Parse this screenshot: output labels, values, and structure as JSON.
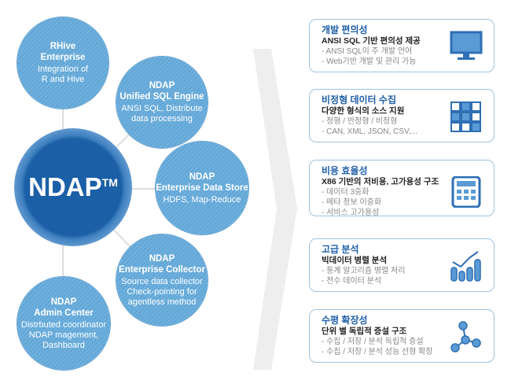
{
  "center": {
    "label": "NDAP",
    "tm": "TM"
  },
  "nodes": [
    {
      "title": [
        "RHive",
        "Enterprise"
      ],
      "desc": [
        "Integration of",
        "R and Hive"
      ]
    },
    {
      "title": [
        "NDAP",
        "Unified SQL Engine"
      ],
      "desc": [
        "ANSI SQL, Distribute",
        "data processing"
      ]
    },
    {
      "title": [
        "NDAP",
        "Enterprise Data Store"
      ],
      "desc": [
        "HDFS, Map-Reduce"
      ]
    },
    {
      "title": [
        "NDAP",
        "Enterprise Collector"
      ],
      "desc": [
        "Source data collector",
        "Check-pointing for",
        "agentless method"
      ]
    },
    {
      "title": [
        "NDAP",
        "Admin Center"
      ],
      "desc": [
        "Distrbuted coordinator",
        "NDAP magement,",
        "Dashboard"
      ]
    }
  ],
  "features": [
    {
      "heading": "개발 편의성",
      "sub": "ANSI SQL 기반 편의성 제공",
      "items": [
        "- ANSI SQL이 주 개발 언어",
        "- Web기반 개발 및 관리 가능"
      ],
      "icon": "monitor-icon"
    },
    {
      "heading": "비정형 데이터 수집",
      "sub": "다양한 형식의 소스 지원",
      "items": [
        "- 정형 / 반정형 / 비정형",
        "- CAN, XML, JSON, CSV,..."
      ],
      "icon": "grid-icon"
    },
    {
      "heading": "비용 효율성",
      "sub": "X86 기반의 저비용, 고가용성 구조",
      "items": [
        "- 데이터 3중화",
        "- 메타 정보 이중화",
        "- 서비스 고가용성"
      ],
      "icon": "calculator-icon"
    },
    {
      "heading": "고급 분석",
      "sub": "빅데이터 병렬 분석",
      "items": [
        "- 통계 알고리즘 병렬 처리",
        "- 전수 데이터 분석"
      ],
      "icon": "bar-chart-icon"
    },
    {
      "heading": "수평 확장성",
      "sub": "단위 별 독립적 증설 구조",
      "items": [
        "- 수집 / 저장 / 분석 독립적 증설",
        "- 수집 / 저장 / 분석 성능 선형 확장"
      ],
      "icon": "network-icon"
    }
  ],
  "colors": {
    "accent": "#1f5fa8",
    "circle": "#6aaedc",
    "center": "#1b5fa6"
  }
}
